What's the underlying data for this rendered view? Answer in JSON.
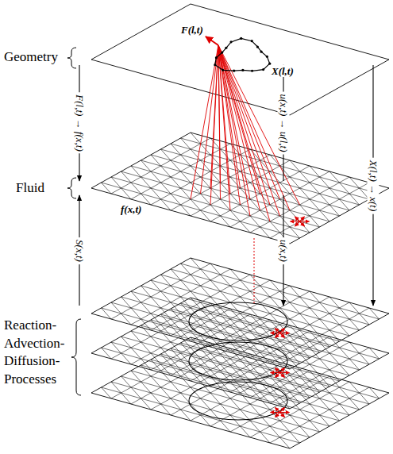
{
  "diagram": {
    "nodes": [
      {
        "text": [
          "Geometry"
        ]
      },
      {
        "text": [
          "Fluid"
        ]
      },
      {
        "text": [
          "Reaction- Advection- Diffusion- Processes"
        ]
      }
    ],
    "edges": [
      {
        "from": 0,
        "to": 1,
        "arrow": "to",
        "label": "F(l,t) → f(x,t)"
      },
      {
        "from": 1,
        "to": 0,
        "arrow": "to",
        "label": "u(x,t) → u(l,t)"
      },
      {
        "from": 1,
        "to": 2,
        "arrow": "to",
        "label": "u(x,t)"
      },
      {
        "from": 2,
        "to": 1,
        "arrow": "to",
        "label": "S(x,t)"
      },
      {
        "from": 0,
        "to": 2,
        "arrow": "to",
        "label": "X(l,t) → x(t)"
      }
    ],
    "labels": [
      "F(l,t)",
      "X(l,t)",
      "f(x,t)"
    ]
  }
}
